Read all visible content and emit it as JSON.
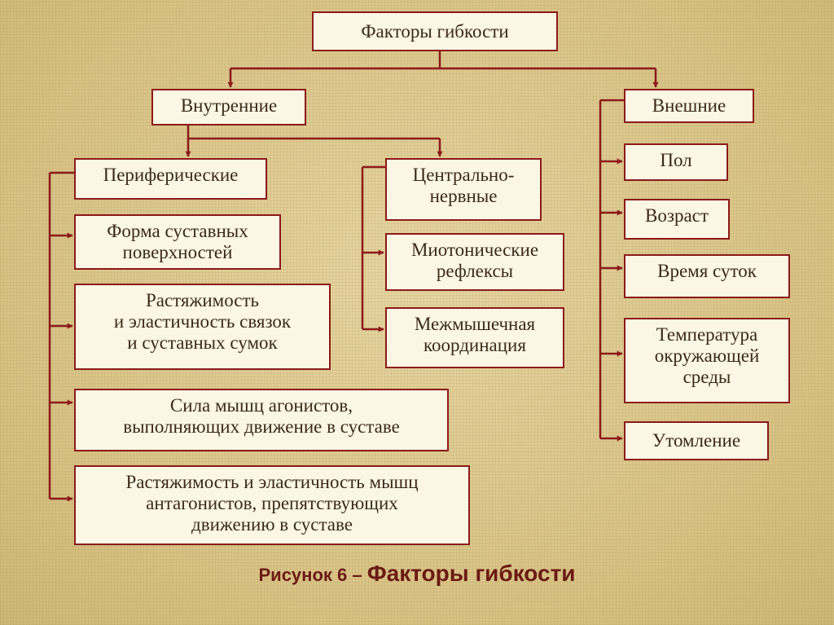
{
  "diagram": {
    "root": "Факторы гибкости",
    "internal": "Внутренние",
    "external": "Внешние",
    "peripheral": "Периферические",
    "central": "Центрально-\nнервные",
    "peripheral_items": [
      "Форма суставных\nповерхностей",
      "Растяжимость\nи эластичность связок\nи суставных сумок",
      "Сила мышц агонистов,\nвыполняющих движение в суставе",
      "Растяжимость и эластичность мышц\nантагонистов, препятствующих\nдвижению в суставе"
    ],
    "central_items": [
      "Миотонические\nрефлексы",
      "Межмышечная\nкоординация"
    ],
    "external_items": [
      "Пол",
      "Возраст",
      "Время суток",
      "Температура\nокружающей\nсреды",
      "Утомление"
    ],
    "colors": {
      "line": "#8b1a1a",
      "box_fill": "#fbf7e4",
      "text": "#3a2a18",
      "caption": "#6b1a14"
    }
  },
  "caption": {
    "prefix": "Рисунок 6 – ",
    "title": "Факторы гибкости"
  }
}
